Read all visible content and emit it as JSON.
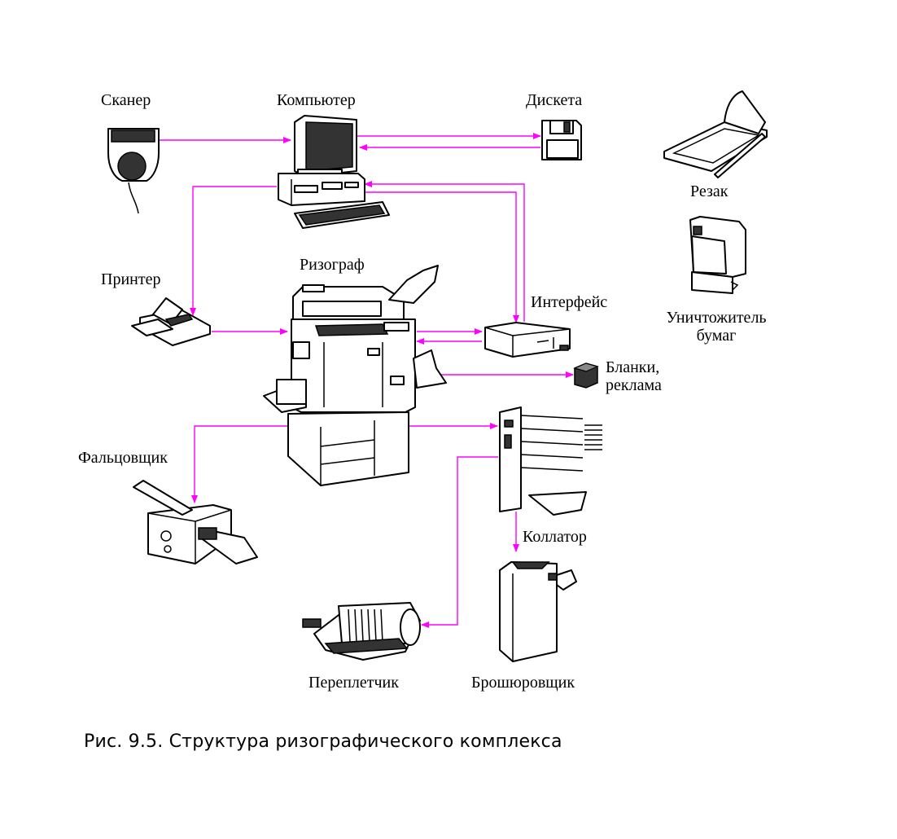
{
  "labels": {
    "scanner": "Сканер",
    "computer": "Компьютер",
    "diskette": "Дискета",
    "cutter": "Резак",
    "shredder_line1": "Уничтожитель",
    "shredder_line2": "бумаг",
    "printer": "Принтер",
    "risograph": "Ризограф",
    "interface": "Интерфейс",
    "forms_line1": "Бланки,",
    "forms_line2": "реклама",
    "folder": "Фальцовщик",
    "collator": "Коллатор",
    "binder": "Переплетчик",
    "stitcher": "Брошюровщик"
  },
  "caption": "Рис. 9.5. Структура ризографического комплекса",
  "colors": {
    "connector": "#ff00ff",
    "device_stroke": "#000000"
  },
  "connections": [
    {
      "from": "scanner",
      "to": "computer"
    },
    {
      "from": "computer",
      "to": "diskette"
    },
    {
      "from": "diskette",
      "to": "computer"
    },
    {
      "from": "computer",
      "to": "printer"
    },
    {
      "from": "printer",
      "to": "risograph"
    },
    {
      "from": "computer",
      "to": "interface"
    },
    {
      "from": "interface",
      "to": "computer"
    },
    {
      "from": "risograph",
      "to": "interface"
    },
    {
      "from": "interface",
      "to": "risograph"
    },
    {
      "from": "risograph",
      "to": "forms"
    },
    {
      "from": "risograph",
      "to": "folder"
    },
    {
      "from": "risograph",
      "to": "collator"
    },
    {
      "from": "collator",
      "to": "stitcher"
    },
    {
      "from": "collator",
      "to": "binder"
    }
  ]
}
